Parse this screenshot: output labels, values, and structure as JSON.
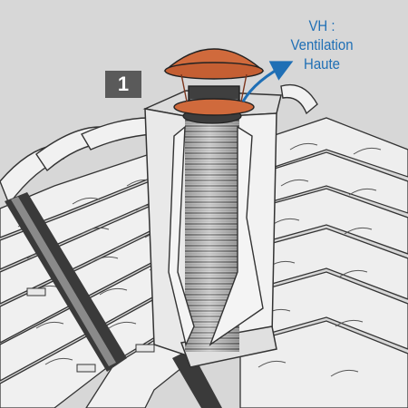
{
  "step_number": "1",
  "callout": {
    "line1": "VH :",
    "line2": "Ventilation",
    "line3": "Haute"
  },
  "colors": {
    "callout_text": "#1f6fb5",
    "arrow": "#1f6fb5",
    "cap": "#d06a3c",
    "step_badge": "#5a5a5a",
    "background": "#cfcfcf"
  },
  "icons": {
    "arrow": "curved-arrow-icon"
  }
}
